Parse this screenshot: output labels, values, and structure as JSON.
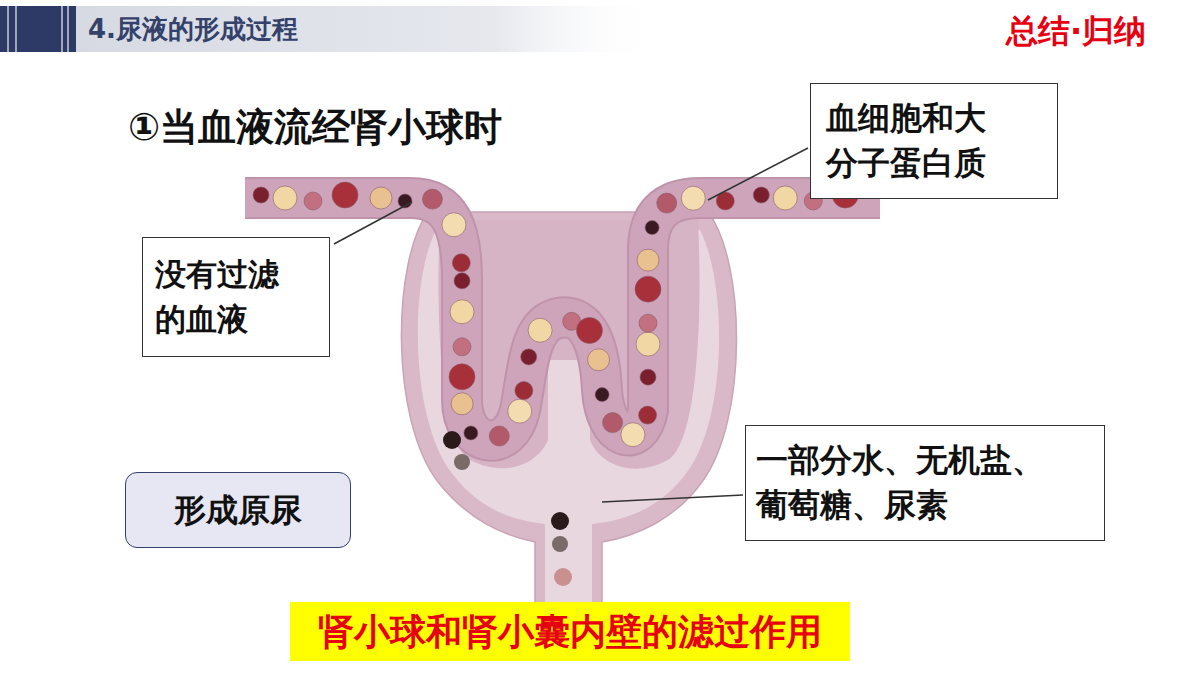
{
  "diagram": {
    "title": "4.尿液的形成过程",
    "nodes": [
      {
        "text": [
          "血细胞和大分子蛋白质"
        ]
      },
      {
        "text": [
          "没有过滤的血液"
        ]
      },
      {
        "text": [
          "一部分水、无机盐、葡萄糖、尿素"
        ]
      },
      {
        "text": [
          "形成原尿"
        ]
      },
      {
        "text": [
          "肾小球和肾小囊内壁的滤过作用"
        ]
      }
    ],
    "labels": [
      "总结·归纳",
      "①当血液流经肾小球时"
    ]
  }
}
